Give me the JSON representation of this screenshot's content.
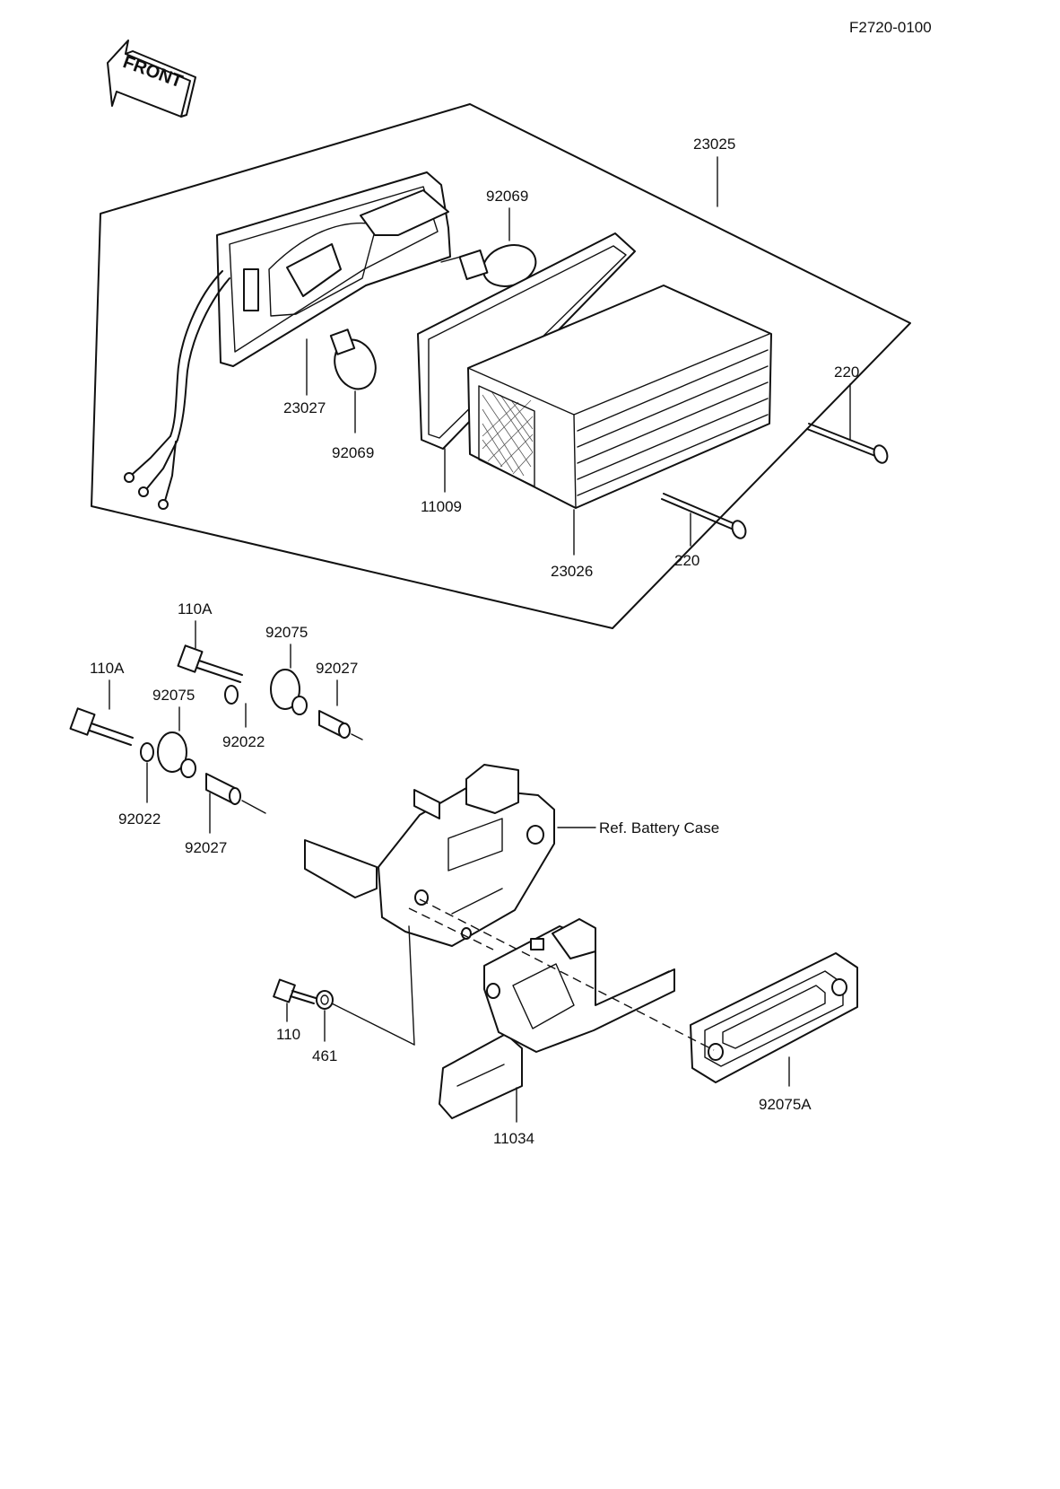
{
  "doc_code": "F2720-0100",
  "front_label": "FRONT",
  "ref_label": "Ref.  Battery Case",
  "parts": {
    "p23025": "23025",
    "p92069_top": "92069",
    "p23027": "23027",
    "p92069_bottom": "92069",
    "p11009": "11009",
    "p23026": "23026",
    "p220_right": "220",
    "p220_bottom": "220",
    "p110A_upper": "110A",
    "p92075_upper": "92075",
    "p92027_upper": "92027",
    "p92022_upper": "92022",
    "p110A_lower": "110A",
    "p92075_lower": "92075",
    "p92022_lower": "92022",
    "p92027_lower": "92027",
    "p110": "110",
    "p461": "461",
    "p11034": "11034",
    "p92075A": "92075A"
  }
}
